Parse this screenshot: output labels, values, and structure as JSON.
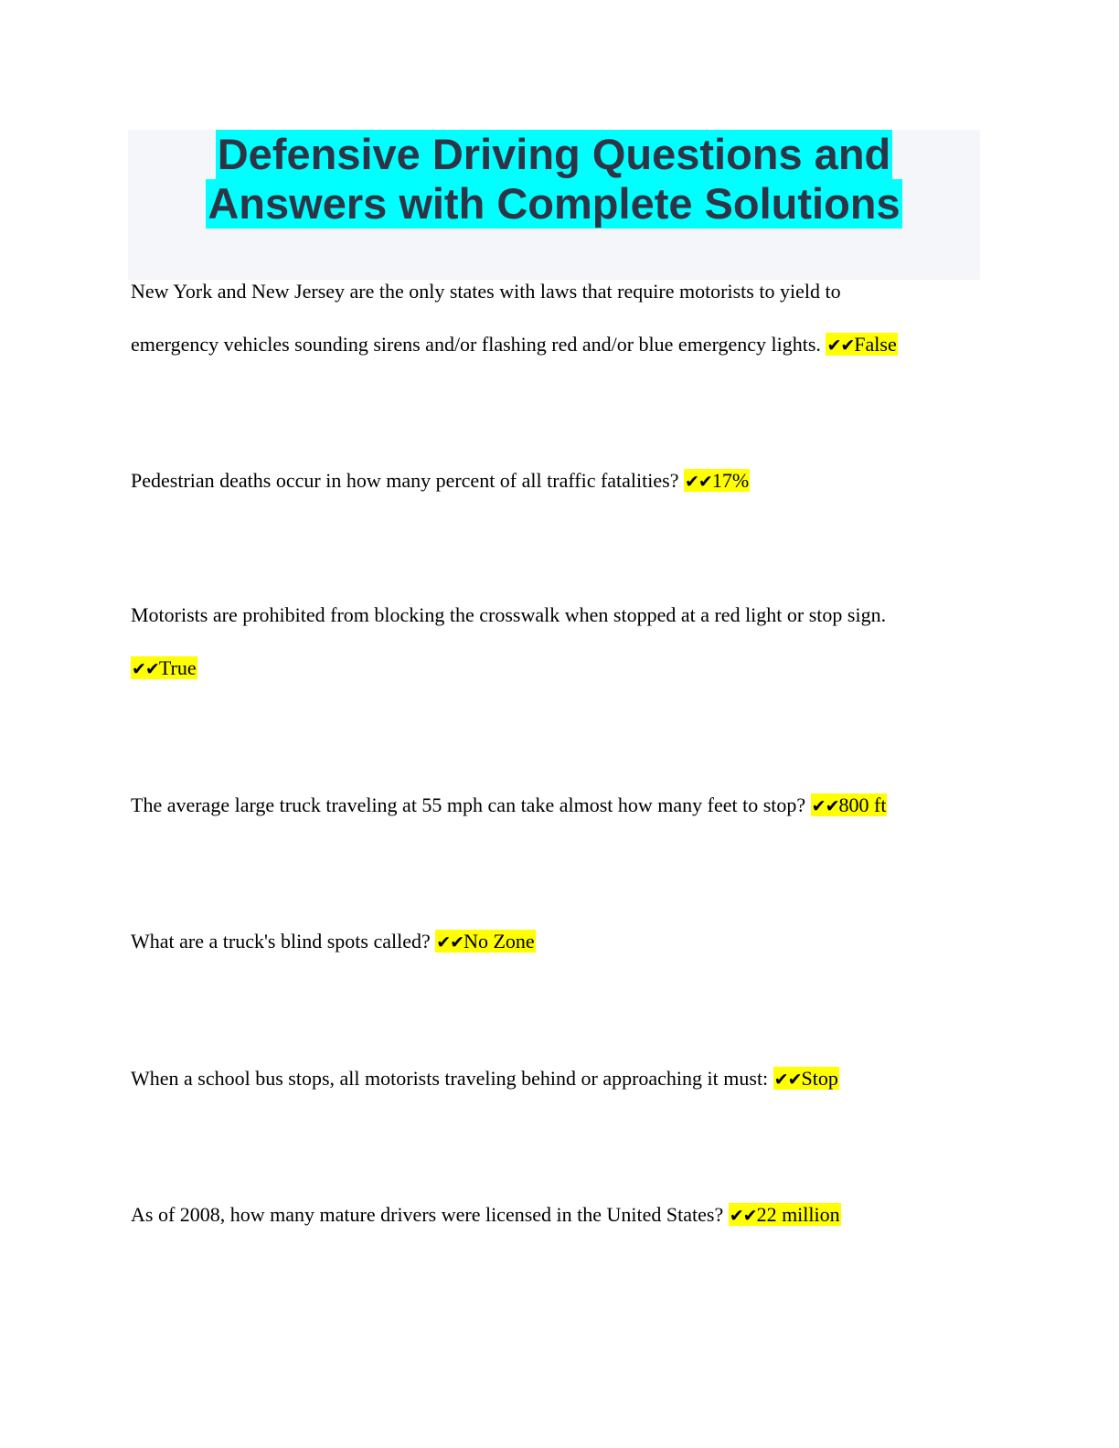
{
  "document": {
    "title_lines": [
      "Defensive Driving Questions and",
      "Answers with Complete Solutions"
    ],
    "check_icon": "✔✔",
    "colors": {
      "title_highlight": "#00ffff",
      "title_text": "#2d3446",
      "header_bg": "#f5f6fa",
      "answer_highlight": "#ffff00"
    },
    "questions": [
      {
        "lines": [
          "New York and New Jersey are the only states with laws that require motorists to yield to",
          "emergency vehicles sounding sirens and/or flashing red and/or blue emergency lights. "
        ],
        "answer": "False"
      },
      {
        "lines": [
          "Pedestrian deaths occur in how many percent of all traffic fatalities? "
        ],
        "answer": "17%"
      },
      {
        "lines": [
          "Motorists are prohibited from blocking the crosswalk when stopped at a red light or stop sign."
        ],
        "answer": "True"
      },
      {
        "lines": [
          "The average large truck traveling at 55 mph can take almost how many feet to stop? "
        ],
        "answer": "800 ft"
      },
      {
        "lines": [
          "What are a truck's blind spots called? "
        ],
        "answer": "No Zone"
      },
      {
        "lines": [
          "When a school bus stops, all motorists traveling behind or approaching it must: "
        ],
        "answer": "Stop"
      },
      {
        "lines": [
          "As of 2008, how many mature drivers were licensed in the United States? "
        ],
        "answer": "22 million"
      }
    ]
  }
}
